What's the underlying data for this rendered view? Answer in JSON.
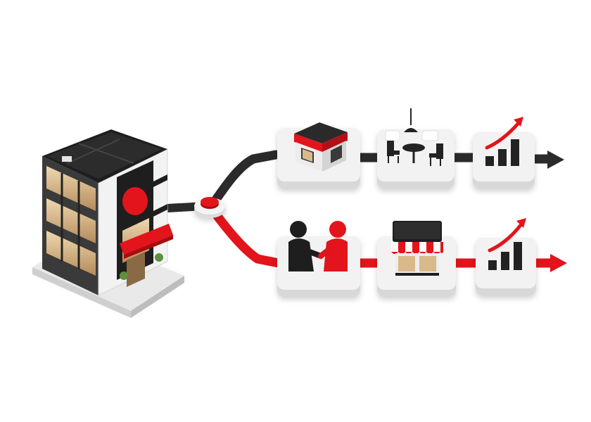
{
  "colors": {
    "accent": "#e3141b",
    "accent_dark": "#a80c10",
    "dark": "#1e1e1e",
    "dark_path": "#2b2b2b",
    "tile": "#f2f2f2",
    "tile_side": "#d8d8d8",
    "window_glow": "#d9b98a"
  },
  "hub": {
    "icon": "building-icon"
  },
  "branch_node": {
    "icon": "red-node-icon"
  },
  "paths": [
    {
      "name": "top",
      "color": "dark",
      "steps": [
        {
          "icon": "small-shop-icon"
        },
        {
          "icon": "cafe-furniture-icon"
        },
        {
          "icon": "growth-chart-icon"
        }
      ],
      "end": "arrow-icon"
    },
    {
      "name": "bottom",
      "color": "accent",
      "steps": [
        {
          "icon": "handshake-icon"
        },
        {
          "icon": "storefront-awning-icon"
        },
        {
          "icon": "growth-chart-icon"
        }
      ],
      "end": "arrow-icon"
    }
  ]
}
